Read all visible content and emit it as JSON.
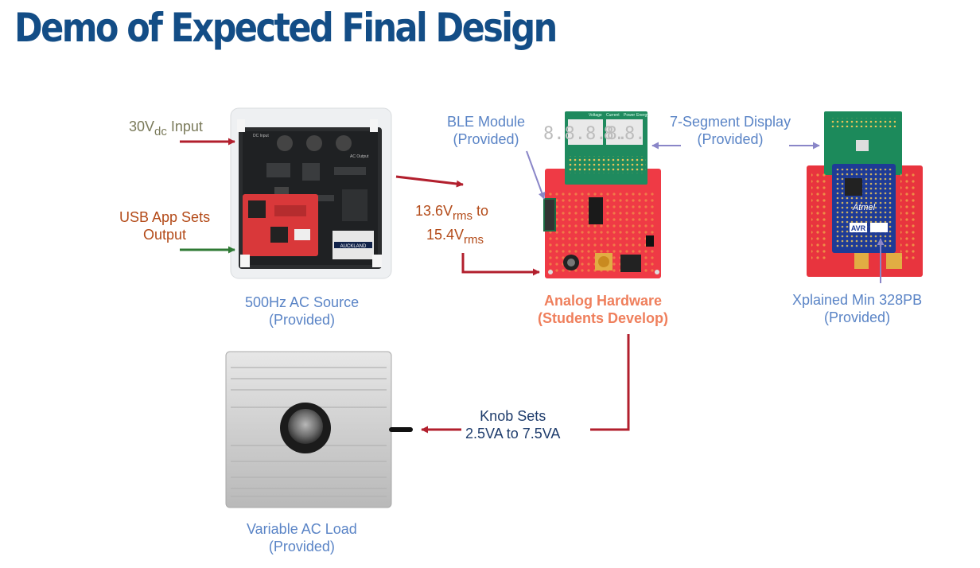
{
  "title": "Demo of Expected Final Design",
  "inputs": {
    "dc_main": "30V",
    "dc_sub": "dc",
    "dc_tail": " Input",
    "usb_line1": "USB App Sets",
    "usb_line2": "Output"
  },
  "source": {
    "line1": "500Hz AC Source",
    "line2": "(Provided)",
    "board_text_1": "DC Input",
    "board_text_2": "AC Output",
    "board_logo": "AUCKLAND"
  },
  "voltage": {
    "a_main": "13.6V",
    "a_sub": "rms",
    "a_tail": " to",
    "b_main": "15.4V",
    "b_sub": "rms"
  },
  "ble": {
    "line1": "BLE Module",
    "line2": "(Provided)"
  },
  "segment": {
    "line1": "7-Segment Display",
    "line2": "(Provided)",
    "headers": [
      "Voltage",
      "Current",
      "Power",
      "Energy"
    ],
    "digits": "8.8.8.8."
  },
  "analog": {
    "line1": "Analog Hardware",
    "line2": "(Students Develop)"
  },
  "xplained": {
    "line1": "Xplained Min 328PB",
    "line2": "(Provided)",
    "chip1": "Atmel",
    "chip2": "AVR"
  },
  "knob": {
    "line1": "Knob Sets",
    "line2": "2.5VA to 7.5VA"
  },
  "load": {
    "line1": "Variable AC Load",
    "line2": "(Provided)"
  },
  "colors": {
    "title": "#134d86",
    "red_arrow": "#b21f2d",
    "green_arrow": "#2f7a34",
    "purple_arrow": "#8a86c8",
    "analog_label": "#ef7f5c"
  }
}
